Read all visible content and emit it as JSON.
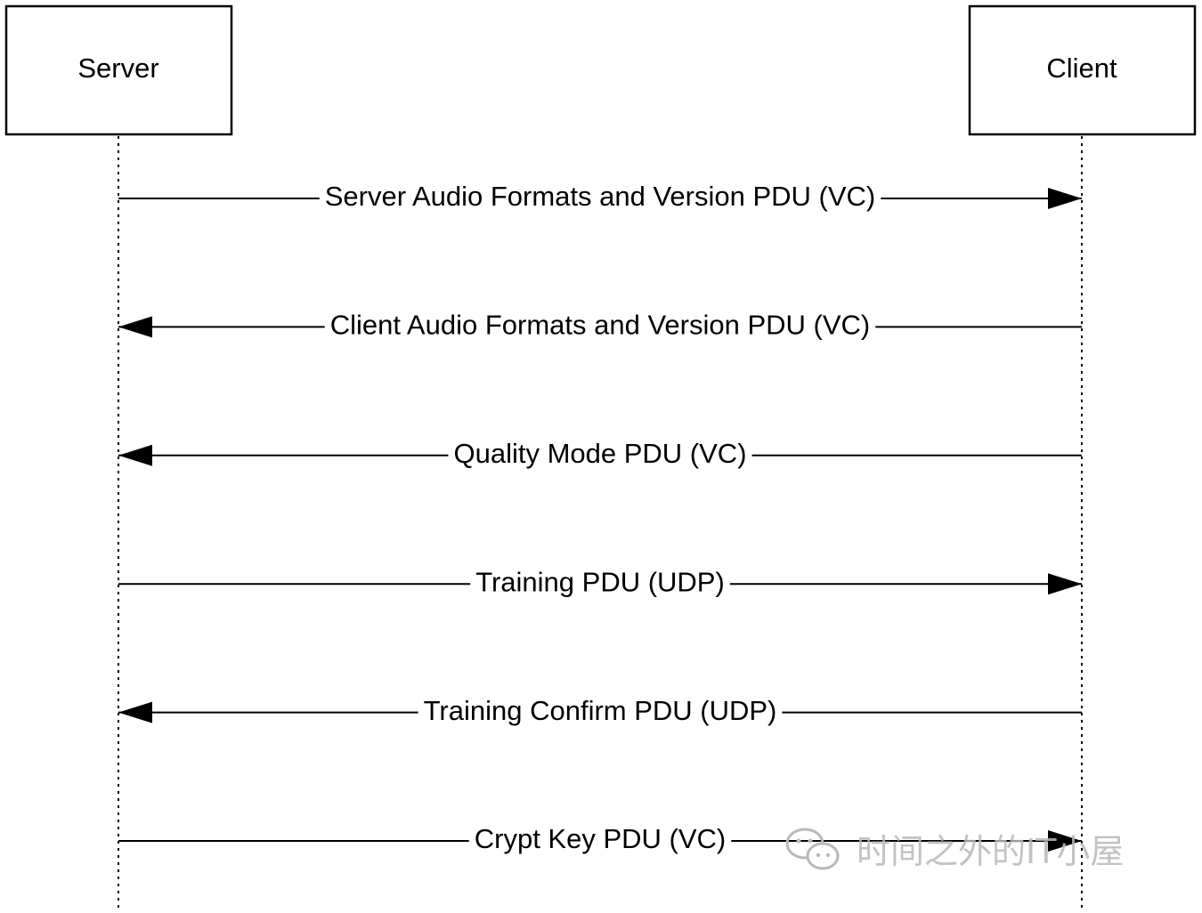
{
  "participants": {
    "server": "Server",
    "client": "Client"
  },
  "messages": [
    {
      "label": "Server Audio Formats and Version PDU (VC)",
      "direction": "to-client"
    },
    {
      "label": "Client Audio Formats and Version PDU (VC)",
      "direction": "to-server"
    },
    {
      "label": "Quality Mode PDU (VC)",
      "direction": "to-server"
    },
    {
      "label": "Training PDU (UDP)",
      "direction": "to-client"
    },
    {
      "label": "Training Confirm PDU (UDP)",
      "direction": "to-server"
    },
    {
      "label": "Crypt Key PDU (VC)",
      "direction": "to-client"
    }
  ],
  "watermark": {
    "icon": "wechat-icon",
    "text": "时间之外的IT小屋"
  }
}
